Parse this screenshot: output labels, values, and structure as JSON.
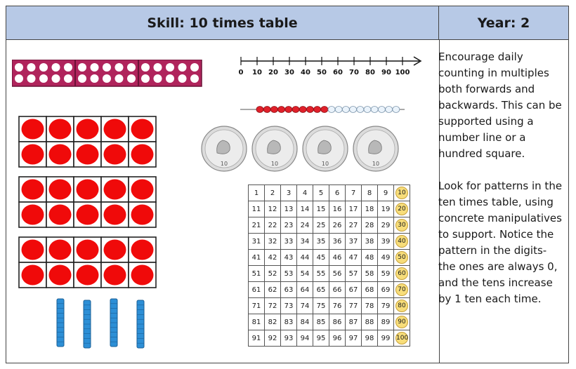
{
  "header": {
    "skill": "Skill: 10 times table",
    "year": "Year: 2"
  },
  "side_text": {
    "para1": "Encourage daily counting in multiples both forwards and backwards. This can be supported using a number line or a hundred square.",
    "para2": "Look for patterns in the ten times table, using concrete manipulatives to support. Notice the pattern in the digits- the ones are always 0, and the tens increase by 1 ten each time."
  },
  "number_line": {
    "labels": [
      "0",
      "10",
      "20",
      "30",
      "40",
      "50",
      "60",
      "70",
      "80",
      "90",
      "100"
    ]
  },
  "bead_string": {
    "red": 10,
    "white": 10
  },
  "coins": {
    "label": "10",
    "count": 4
  },
  "hundred_square": {
    "start": 1,
    "end": 100,
    "highlight_multiple": 10
  },
  "colors": {
    "header_bg": "#b7c9e6",
    "tenframe_bar": "#b0245c",
    "counter_red": "#f00a0a",
    "rod_blue": "#2d8fd6",
    "coin_gold": "#f7dd7a"
  },
  "icons": [
    "ten-frame-icon",
    "counter-icon",
    "tens-rod-icon",
    "ten-pence-coin-icon",
    "bead-string-icon"
  ]
}
